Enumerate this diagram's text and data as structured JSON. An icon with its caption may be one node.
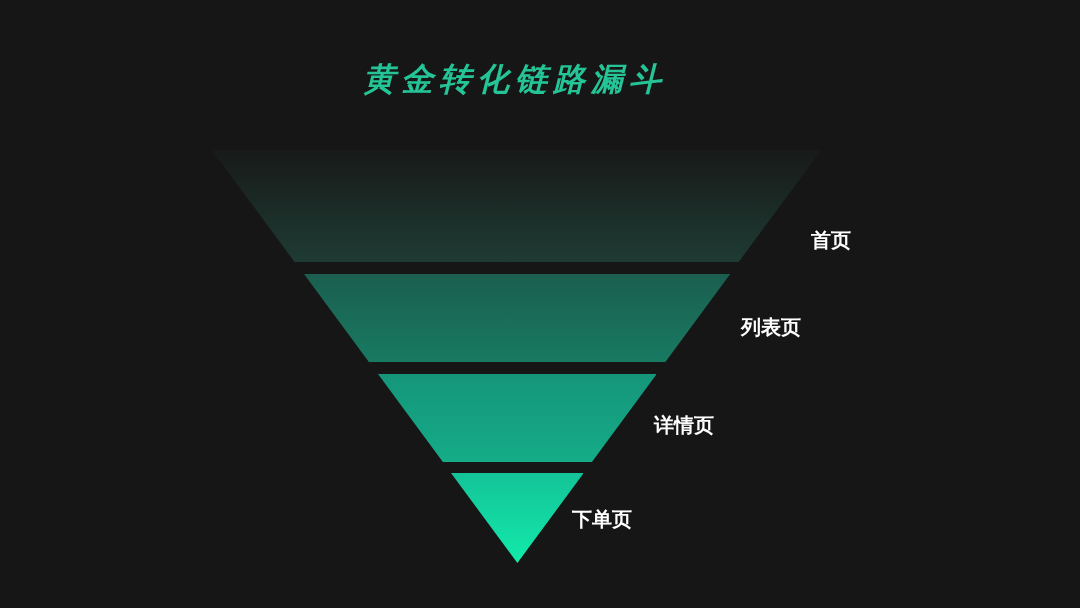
{
  "diagram": {
    "title": "黄金转化链路漏斗",
    "nodes": [
      {
        "text": [
          "首页"
        ]
      },
      {
        "text": [
          "列表页"
        ]
      },
      {
        "text": [
          "详情页"
        ]
      },
      {
        "text": [
          "下单页"
        ]
      }
    ]
  }
}
